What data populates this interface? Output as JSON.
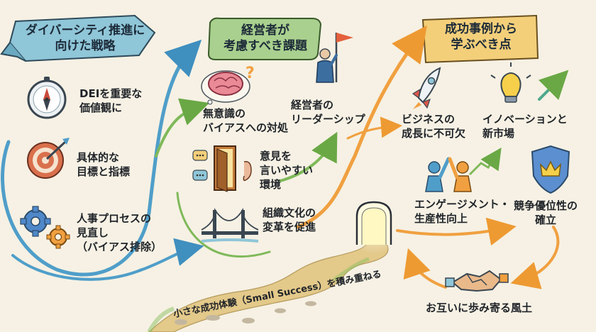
{
  "banners": {
    "strategy": {
      "line1": "ダイバーシティ推進に",
      "line2": "向けた戦略",
      "color": "#8fc6d8"
    },
    "challenges": {
      "line1": "経営者が",
      "line2": "考慮すべき課題",
      "color": "#a9d08e"
    },
    "lessons": {
      "line1": "成功事例から",
      "line2": "学ぶべき点",
      "color": "#f3cf7a"
    }
  },
  "strategy_items": [
    {
      "icon": "compass-icon",
      "line1": "DEIを重要な",
      "line2": "価値観に"
    },
    {
      "icon": "target-icon",
      "line1": "具体的な",
      "line2": "目標と指標"
    },
    {
      "icon": "gears-icon",
      "line1": "人事プロセスの",
      "line2": "見直し",
      "line3": "（バイアス排除）"
    }
  ],
  "challenge_items": [
    {
      "icon": "brain-icon",
      "line1": "無意識の",
      "line2": "バイアスへの対処"
    },
    {
      "icon": "leader-flag-icon",
      "line1": "経営者の",
      "line2": "リーダーシップ"
    },
    {
      "icon": "door-ear-icon",
      "line1": "意見を",
      "line2": "言いやすい",
      "line3": "環境"
    },
    {
      "icon": "bridge-icon",
      "line1": "組織文化の",
      "line2": "変革を促進"
    }
  ],
  "lesson_items": [
    {
      "icon": "rocket-icon",
      "line1": "ビジネスの",
      "line2": "成長に不可欠"
    },
    {
      "icon": "lightbulb-icon",
      "line1": "イノベーションと",
      "line2": "新市場"
    },
    {
      "icon": "high-five-icon",
      "line1": "エンゲージメント・",
      "line2": "生産性向上"
    },
    {
      "icon": "crown-shield-icon",
      "line1": "競争優位性の",
      "line2": "確立"
    },
    {
      "icon": "handshake-icon",
      "line1": "お互いに歩み寄る風土"
    }
  ],
  "path_caption": "小さな成功体験（Small Success）を積み重ねる",
  "colors": {
    "background": "#f6f1e4",
    "blue_arrow": "#4f9ec9",
    "green_arrow": "#7fb95a",
    "orange_arrow": "#f0a040",
    "path": "#e3c98a"
  }
}
